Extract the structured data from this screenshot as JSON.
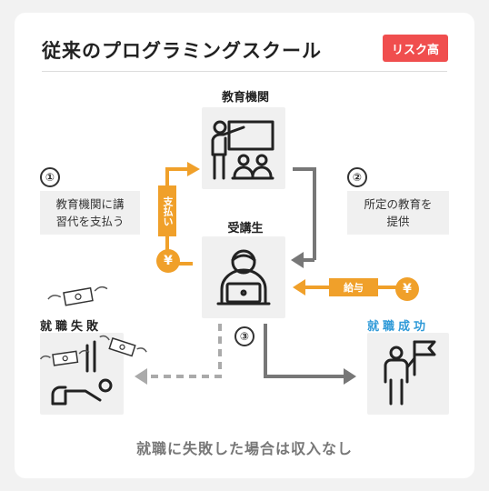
{
  "title": "従来のプログラミングスクール",
  "risk_badge": "リスク高",
  "nodes": {
    "school": "教育機関",
    "student": "受講生",
    "failure": "就職失敗",
    "success": "就職成功"
  },
  "steps": [
    {
      "number": "①",
      "text_line1": "教育機関に講",
      "text_line2": "習代を支払う"
    },
    {
      "number": "②",
      "text_line1": "所定の教育を",
      "text_line2": "提供"
    },
    {
      "number": "③"
    }
  ],
  "tags": {
    "payment": "支払い",
    "salary": "給与",
    "yen": "¥"
  },
  "footer": "就職に失敗した場合は収入なし",
  "colors": {
    "orange": "#f0a02a",
    "gray_arrow": "#777777",
    "badge_red": "#f04e4e",
    "blue_text": "#2f9ad8"
  }
}
